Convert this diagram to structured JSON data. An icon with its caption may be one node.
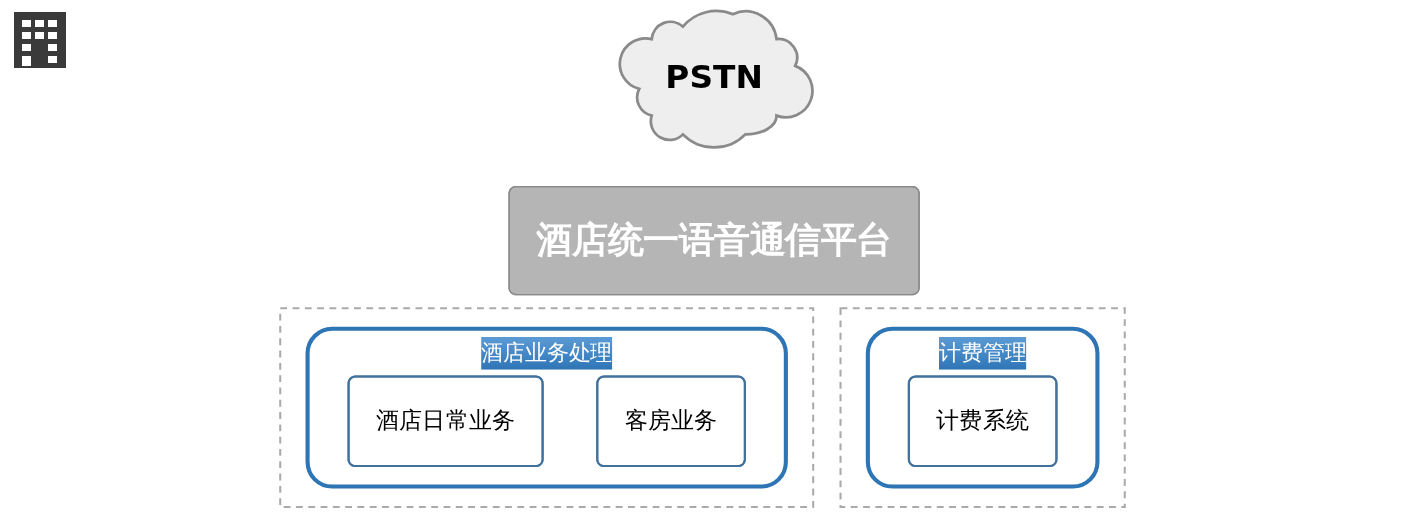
{
  "diagram": {
    "nodes": [
      {
        "text": [
          "PSTN"
        ]
      },
      {
        "text": [
          "酒店统一语音通信平台"
        ]
      },
      {
        "text": [],
        "shape": "box"
      },
      {
        "text": [
          "酒店业务处理"
        ],
        "in": 2
      },
      {
        "text": [
          "酒店日常业务"
        ],
        "in": 3
      },
      {
        "text": [
          "客房业务"
        ],
        "in": 3
      },
      {
        "text": [],
        "shape": "box"
      },
      {
        "text": [
          "计费管理"
        ],
        "in": 6
      },
      {
        "text": [
          "计费系统"
        ],
        "in": 7
      }
    ]
  }
}
